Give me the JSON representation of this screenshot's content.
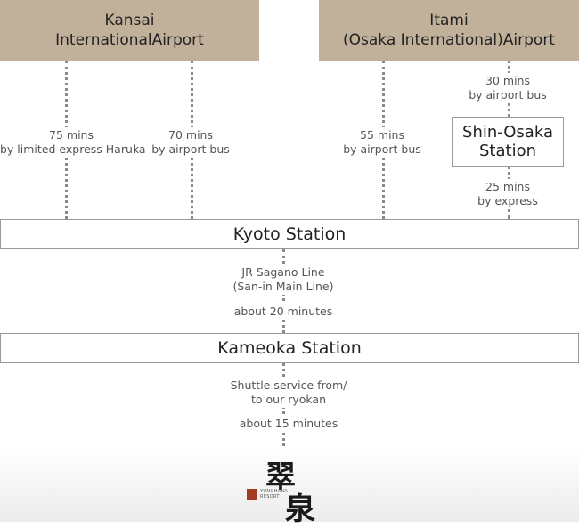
{
  "airports": {
    "kansai": {
      "line1": "Kansai",
      "line2": "InternationalAirport"
    },
    "itami": {
      "line1": "Itami",
      "line2": "(Osaka International)Airport"
    }
  },
  "routes": {
    "kansai_haruka": {
      "time": "75 mins",
      "mode": "by limited express Haruka"
    },
    "kansai_bus": {
      "time": "70 mins",
      "mode": "by airport bus"
    },
    "itami_bus": {
      "time": "55 mins",
      "mode": "by airport bus"
    },
    "itami_shinosaka": {
      "time": "30 mins",
      "mode": "by airport bus"
    },
    "shinosaka_kyoto": {
      "time": "25 mins",
      "mode": "by express"
    }
  },
  "shin_osaka": {
    "line1": "Shin-Osaka",
    "line2": "Station"
  },
  "kyoto_station": "Kyoto Station",
  "jr_line": {
    "line1": "JR Sagano Line",
    "line2": "(San-in Main Line)",
    "duration": "about 20 minutes"
  },
  "kameoka_station": "Kameoka Station",
  "shuttle": {
    "line1": "Shuttle service from/",
    "line2": "to our ryokan",
    "duration": "about 15 minutes"
  },
  "logo": {
    "kanji1": "翠",
    "kanji2": "泉",
    "mark_line1": "YUNOHANA",
    "mark_line2": "RESORT"
  },
  "colors": {
    "airport_box": "#c1b09a",
    "logo_mark": "#a33a22",
    "dotted_line": "#8a8a8a"
  }
}
